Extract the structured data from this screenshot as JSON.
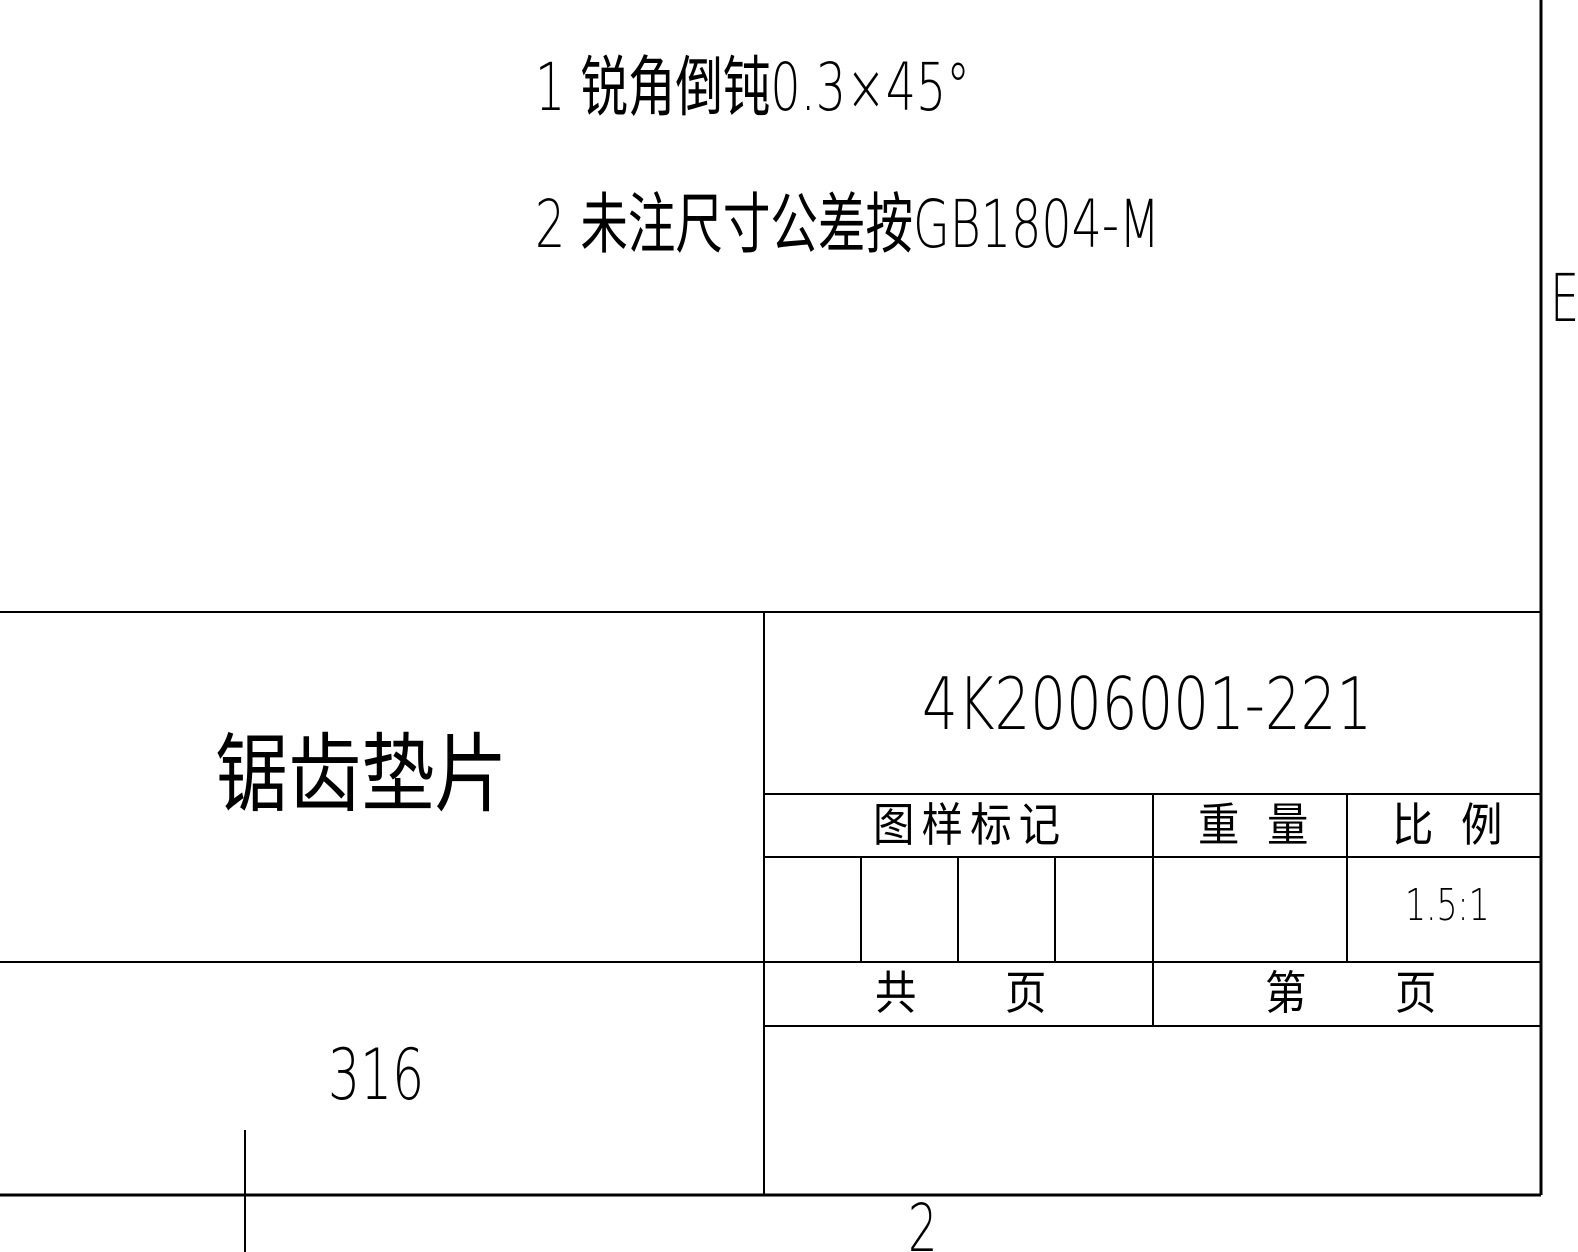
{
  "notes": [
    "1 锐角倒钝0.3×45°",
    "2 未注尺寸公差按GB1804-M"
  ],
  "title_block": {
    "part_name": "锯齿垫片",
    "drawing_number": "4K2006001-221",
    "headers": {
      "drawing_mark": "图样标记",
      "weight": "重 量",
      "scale": "比 例"
    },
    "scale_value": "1.5:1",
    "total_pages": "共    页",
    "page_number": "第    页",
    "material": "316"
  },
  "border_marks": {
    "right_zone": "E",
    "bottom_zone": "2"
  }
}
